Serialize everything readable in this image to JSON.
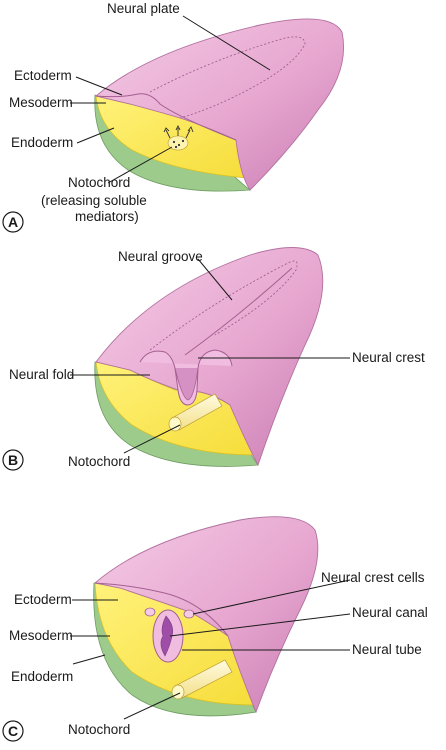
{
  "colors": {
    "ectoderm_pink": "#e7a7d0",
    "ectoderm_light": "#f4cbe6",
    "ectoderm_dark": "#c97db3",
    "mesoderm_yellow": "#fbe85c",
    "endoderm_green": "#9ccb8b",
    "notochord_cream": "#fff3b0",
    "label_text": "#1a1a1a"
  },
  "panels": {
    "A": {
      "letter": "A",
      "labels": {
        "neural_plate": "Neural plate",
        "ectoderm": "Ectoderm",
        "mesoderm": "Mesoderm",
        "endoderm": "Endoderm",
        "notochord": "Notochord",
        "notochord_note_1": "(releasing soluble",
        "notochord_note_2": "mediators)"
      }
    },
    "B": {
      "letter": "B",
      "labels": {
        "neural_groove": "Neural groove",
        "neural_fold": "Neural fold",
        "neural_crest": "Neural crest",
        "notochord": "Notochord"
      }
    },
    "C": {
      "letter": "C",
      "labels": {
        "ectoderm": "Ectoderm",
        "mesoderm": "Mesoderm",
        "endoderm": "Endoderm",
        "notochord": "Notochord",
        "neural_crest_cells": "Neural crest cells",
        "neural_canal": "Neural canal",
        "neural_tube": "Neural tube"
      }
    }
  }
}
